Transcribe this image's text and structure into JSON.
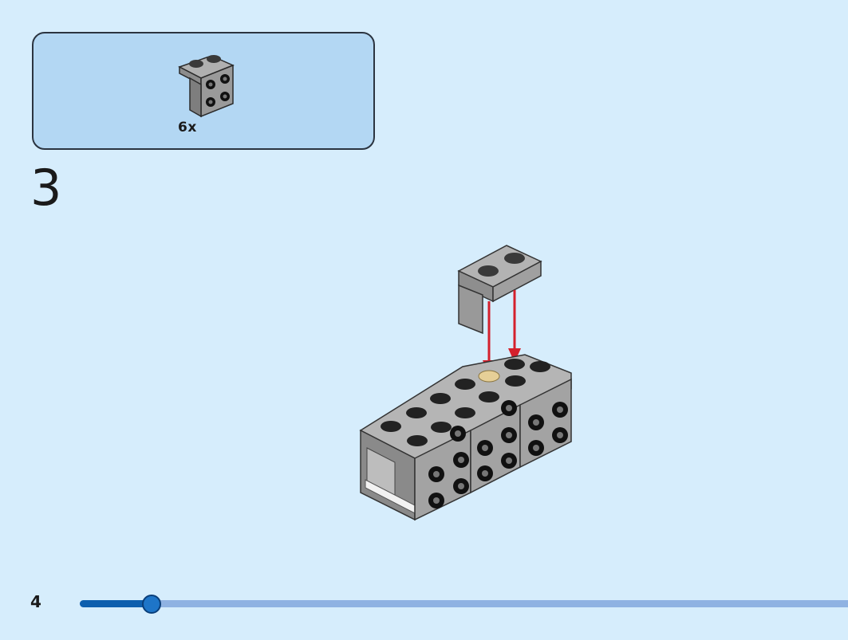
{
  "parts_list": {
    "items": [
      {
        "icon": "angle-bracket-plate-icon",
        "quantity": "6x"
      }
    ]
  },
  "step": {
    "number": "3"
  },
  "footer": {
    "page_number": "4",
    "progress": 0.093
  },
  "colors": {
    "background": "#d6edfc",
    "parts_box": "#b3d7f3",
    "brick_gray": "#a8a8a8",
    "stud_black": "#111111",
    "arrow_red": "#d4202c",
    "progress_fill": "#0d5fae",
    "progress_track": "#8fb2e2"
  }
}
